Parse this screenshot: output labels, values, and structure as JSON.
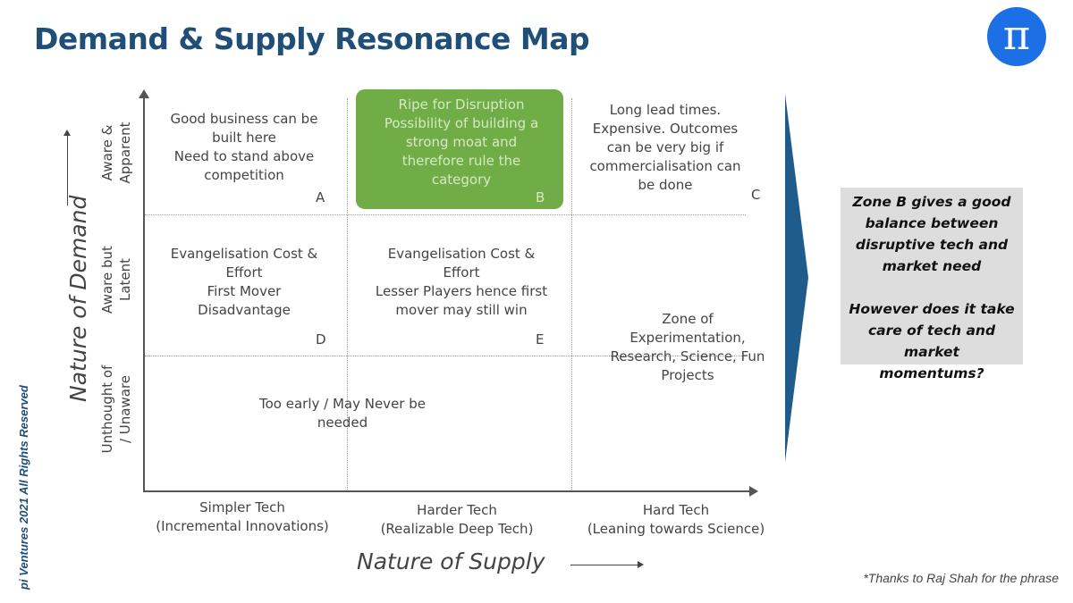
{
  "slide": {
    "title": "Demand & Supply Resonance Map",
    "logo_glyph": "π",
    "credit": "pi Ventures 2021  All Rights Reserved",
    "footnote": "*Thanks to Raj Shah for the phrase",
    "colors": {
      "title": "#1f4e79",
      "logo": "#1d6fe6",
      "highlight": "#70ad47",
      "chevron": "#1f5c8c",
      "callout": "#dddddd"
    }
  },
  "axes": {
    "y_title": "Nature of Demand",
    "x_title": "Nature of Supply",
    "y_levels": [
      {
        "line1": "Aware &",
        "line2": "Apparent"
      },
      {
        "line1": "Aware but",
        "line2": "Latent"
      },
      {
        "line1": "Unthought of",
        "line2": "/ Unaware"
      }
    ],
    "x_levels": [
      {
        "line1": "Simpler Tech",
        "line2": "(Incremental Innovations)"
      },
      {
        "line1": "Harder Tech",
        "line2": "(Realizable Deep Tech)"
      },
      {
        "line1": "Hard Tech",
        "line2": "(Leaning towards Science)"
      }
    ]
  },
  "cells": {
    "A": {
      "lines": [
        "Good business can be",
        "built here",
        "Need to stand above",
        "competition"
      ],
      "letter": "A"
    },
    "B": {
      "lines": [
        "Ripe for Disruption",
        "Possibility of building a",
        "strong moat and",
        "therefore rule the",
        "category"
      ],
      "letter": "B"
    },
    "C": {
      "lines": [
        "Long lead times.",
        "Expensive. Outcomes",
        "can be very big if",
        "commercialisation can",
        "be done"
      ],
      "letter": "C"
    },
    "D": {
      "lines": [
        "Evangelisation Cost &",
        "Effort",
        "First Mover",
        "Disadvantage"
      ],
      "letter": "D"
    },
    "E": {
      "lines": [
        "Evangelisation Cost &",
        "Effort",
        "Lesser Players hence first",
        "mover may still win"
      ],
      "letter": "E"
    },
    "F": {
      "lines": [
        "Zone of",
        "Experimentation,",
        "Research, Science, Fun",
        "Projects"
      ]
    },
    "G": {
      "lines": [
        "Too early / May Never be",
        "needed"
      ]
    }
  },
  "callout": {
    "lines": [
      "Zone B gives a good",
      "balance between",
      "disruptive tech and",
      "market need",
      "",
      "However does it take",
      "care of tech and market",
      "momentums?"
    ]
  }
}
